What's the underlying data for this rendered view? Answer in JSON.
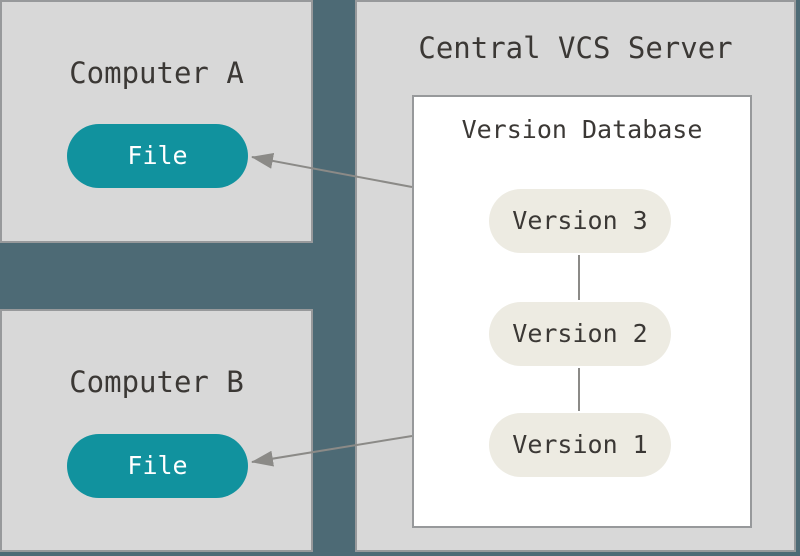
{
  "diagram": {
    "background_color": "#4d6a75",
    "box_fill_color": "#d8d8d8",
    "box_border_color": "#97999b",
    "file_pill_color": "#11929e",
    "version_pill_color": "#edebe2",
    "text_color": "#3b3835",
    "arrow_color": "#8b8a87",
    "computer_a": {
      "title": "Computer A",
      "file": "File"
    },
    "computer_b": {
      "title": "Computer B",
      "file": "File"
    },
    "server": {
      "title": "Central VCS Server",
      "database": {
        "title": "Version Database",
        "versions": [
          "Version 3",
          "Version 2",
          "Version 1"
        ]
      }
    }
  }
}
